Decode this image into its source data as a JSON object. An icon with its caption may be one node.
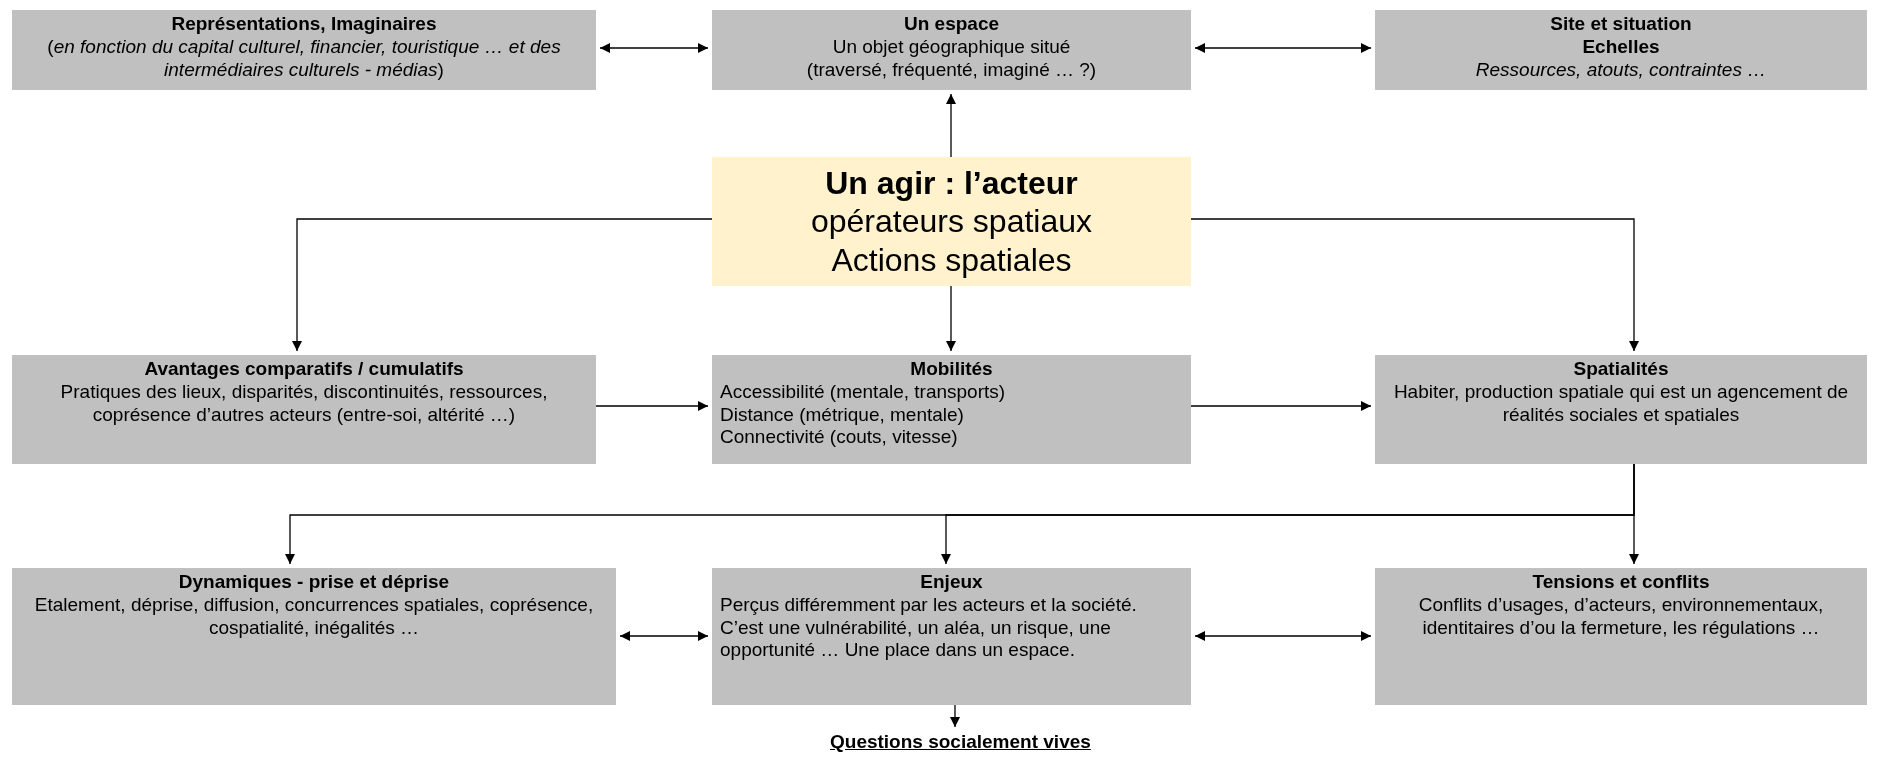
{
  "diagram": {
    "nodes": [
      {
        "text": [
          "Représentations, Imaginaires",
          "(*en fonction du capital culturel, financier, touristique … et des intermédiaires culturels - médias*)"
        ]
      },
      {
        "text": [
          "Un espace",
          "Un objet géographique situé",
          "(traversé, fréquenté, imaginé … ?)"
        ]
      },
      {
        "text": [
          "Site et situation",
          "Echelles",
          "Ressources, atouts, contraintes …"
        ]
      },
      {
        "text": [
          "Un agir : l’acteur",
          "opérateurs spatiaux",
          "Actions spatiales"
        ]
      },
      {
        "text": [
          "Avantages comparatifs / cumulatifs",
          "Pratiques des lieux, disparités, discontinuités, ressources, coprésence d’autres acteurs (entre-soi, altérité …)"
        ]
      },
      {
        "text": [
          "Mobilités",
          "Accessibilité (mentale, transports)",
          "Distance (métrique, mentale)",
          "Connectivité (couts, vitesse)"
        ]
      },
      {
        "text": [
          "Spatialités",
          "Habiter, production spatiale qui est un agencement de réalités sociales et spatiales"
        ]
      },
      {
        "text": [
          "Dynamiques - prise et déprise",
          "Etalement, déprise, diffusion, concurrences spatiales, coprésence, cospatialité, inégalités …"
        ]
      },
      {
        "text": [
          "Enjeux",
          "Perçus différemment par les acteurs et la société. C’est une vulnérabilité, un aléa, un risque, une opportunité … Une place dans un espace."
        ]
      },
      {
        "text": [
          "Tensions et conflits",
          "Conflits d’usages, d’acteurs, environnementaux, identitaires d’ou la fermeture, les régulations …"
        ]
      },
      {
        "text": [
          "Questions socialement vives"
        ]
      }
    ],
    "edges": [
      {
        "from": 0,
        "to": 1,
        "arrow": "both"
      },
      {
        "from": 1,
        "to": 2,
        "arrow": "both"
      },
      {
        "from": 3,
        "to": 1,
        "arrow": "to"
      },
      {
        "from": 3,
        "to": 4,
        "arrow": "to"
      },
      {
        "from": 3,
        "to": 6,
        "arrow": "to"
      },
      {
        "from": 3,
        "to": 5,
        "arrow": "to"
      },
      {
        "from": 4,
        "to": 5,
        "arrow": "to"
      },
      {
        "from": 5,
        "to": 6,
        "arrow": "to"
      },
      {
        "from": 6,
        "to": 7,
        "arrow": "to"
      },
      {
        "from": 6,
        "to": 8,
        "arrow": "to"
      },
      {
        "from": 6,
        "to": 9,
        "arrow": "to"
      },
      {
        "from": 7,
        "to": 8,
        "arrow": "both"
      },
      {
        "from": 8,
        "to": 9,
        "arrow": "both"
      },
      {
        "from": 8,
        "to": 10,
        "arrow": "to"
      }
    ]
  }
}
